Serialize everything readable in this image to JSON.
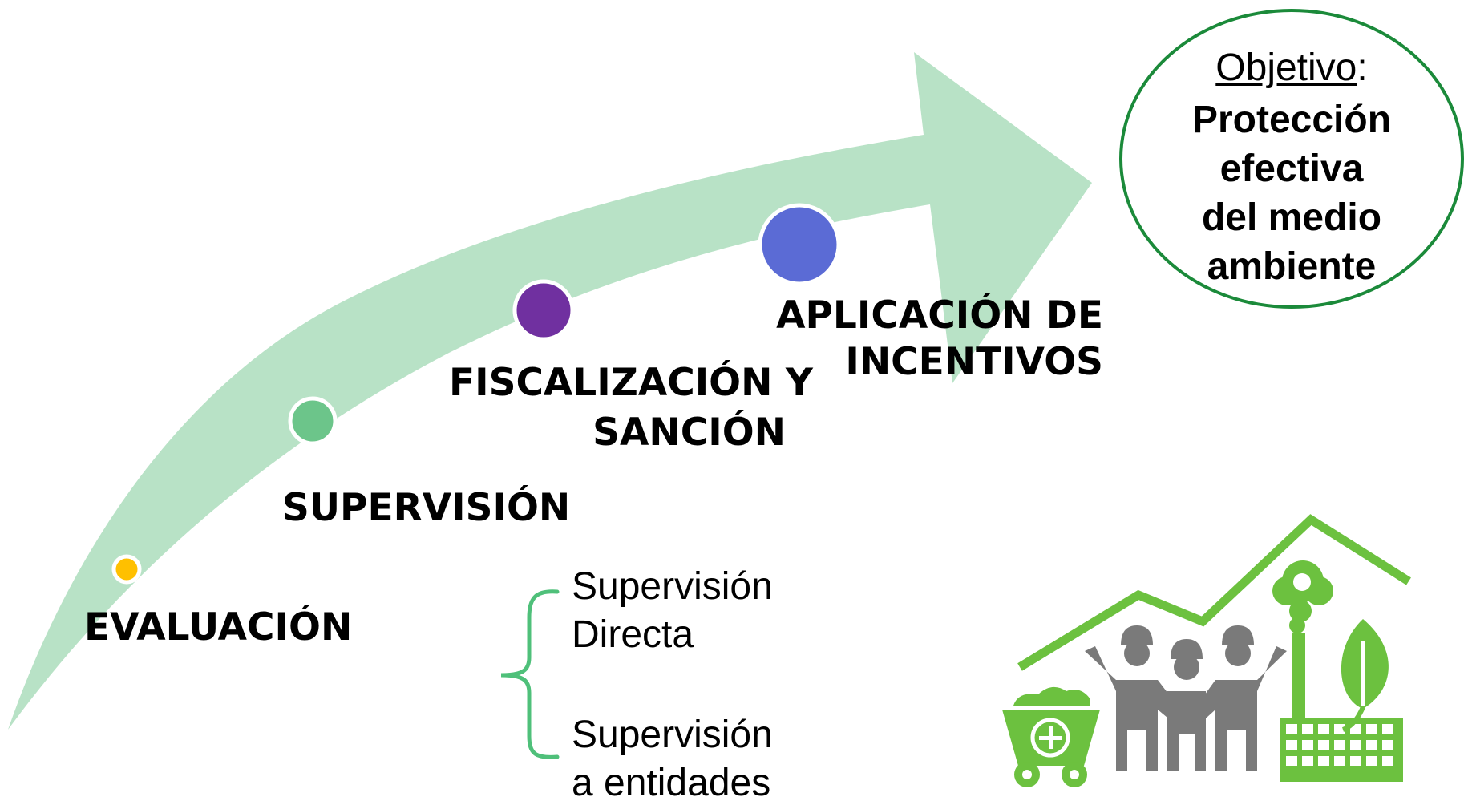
{
  "stages": [
    {
      "id": "evaluacion",
      "label": "EVALUACIÓN",
      "dot_color": "#ffc000"
    },
    {
      "id": "supervision",
      "label": "SUPERVISIÓN",
      "dot_color": "#6cc58a"
    },
    {
      "id": "fiscalizacion",
      "label_lines": [
        "FISCALIZACIÓN Y",
        "SANCIÓN"
      ],
      "dot_color": "#7030a0"
    },
    {
      "id": "aplicacion",
      "label_lines": [
        "APLICACIÓN DE",
        "INCENTIVOS"
      ],
      "dot_color": "#5b6bd5"
    }
  ],
  "supervision_types": [
    {
      "lines": [
        "Supervisión",
        "Directa"
      ]
    },
    {
      "lines": [
        "Supervisión",
        "a entidades"
      ]
    }
  ],
  "objective": {
    "heading": "Objetivo",
    "heading_suffix": ":",
    "lines": [
      "Protección",
      "efectiva",
      "del medio",
      "ambiente"
    ]
  },
  "colors": {
    "arrow": "#b8e2c6",
    "brace": "#4fc07a",
    "objective_border": "#1b8a3a",
    "icon_green": "#6cc13f",
    "icon_gray": "#7a7a7a"
  },
  "icons": {
    "illustration": "mining-workers-factory-icon"
  }
}
